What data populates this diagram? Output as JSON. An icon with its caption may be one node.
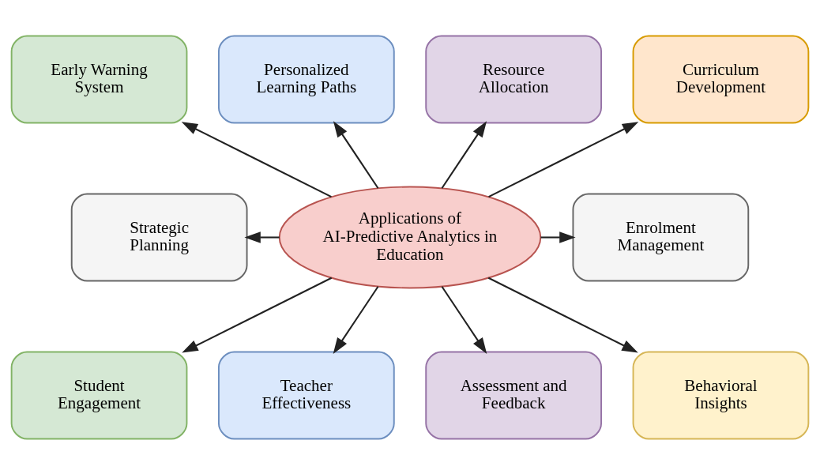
{
  "diagram": {
    "nodes": [
      {
        "text": [
          "Applications of AI-Predictive Analytics in Education"
        ]
      },
      {
        "text": [
          "Early Warning System"
        ]
      },
      {
        "text": [
          "Personalized Learning Paths"
        ]
      },
      {
        "text": [
          "Resource Allocation"
        ]
      },
      {
        "text": [
          "Curriculum Development"
        ]
      },
      {
        "text": [
          "Strategic Planning"
        ]
      },
      {
        "text": [
          "Enrolment Management"
        ]
      },
      {
        "text": [
          "Student Engagement"
        ]
      },
      {
        "text": [
          "Teacher Effectiveness"
        ]
      },
      {
        "text": [
          "Assessment and Feedback"
        ]
      },
      {
        "text": [
          "Behavioral Insights"
        ]
      }
    ],
    "edges": [
      {
        "from": 0,
        "to": 1,
        "arrow": "to"
      },
      {
        "from": 0,
        "to": 2,
        "arrow": "to"
      },
      {
        "from": 0,
        "to": 3,
        "arrow": "to"
      },
      {
        "from": 0,
        "to": 4,
        "arrow": "to"
      },
      {
        "from": 0,
        "to": 5,
        "arrow": "to"
      },
      {
        "from": 0,
        "to": 6,
        "arrow": "to"
      },
      {
        "from": 0,
        "to": 7,
        "arrow": "to"
      },
      {
        "from": 0,
        "to": 8,
        "arrow": "to"
      },
      {
        "from": 0,
        "to": 9,
        "arrow": "to"
      },
      {
        "from": 0,
        "to": 10,
        "arrow": "to"
      }
    ]
  }
}
